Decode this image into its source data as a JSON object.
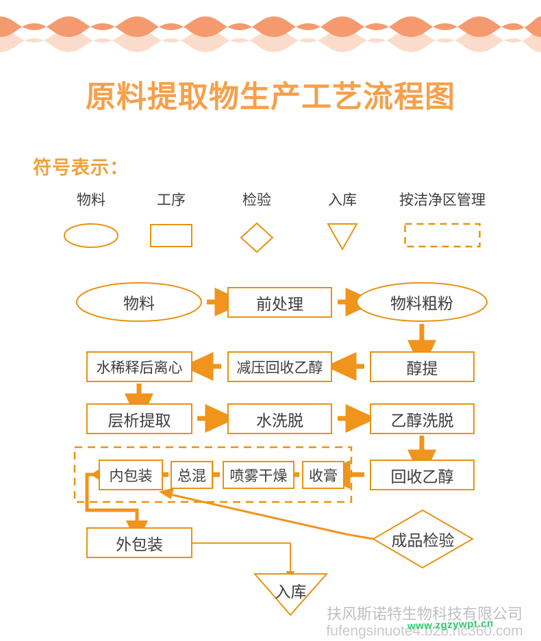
{
  "theme": {
    "wave_dark": "#F59A6E",
    "wave_light": "#FBDCCB",
    "title_color": "#F5A04A",
    "legend_heading_color": "#EFA13C",
    "stroke": "#E8920F",
    "text": "#3C3C3C",
    "watermark_green": "#2ECC71"
  },
  "title": "原料提取物生产工艺流程图",
  "legend": {
    "heading": "符号表示：",
    "items": [
      {
        "label": "物料",
        "symbol": "ellipse-icon"
      },
      {
        "label": "工序",
        "symbol": "rectangle-icon"
      },
      {
        "label": "检验",
        "symbol": "diamond-icon"
      },
      {
        "label": "入库",
        "symbol": "triangle-down-icon"
      },
      {
        "label": "按洁净区管理",
        "symbol": "dashed-rectangle-icon"
      }
    ]
  },
  "flow": {
    "nodes": [
      {
        "id": "wuliao",
        "label": "物料",
        "shape": "ellipse"
      },
      {
        "id": "qianchuli",
        "label": "前处理",
        "shape": "rect"
      },
      {
        "id": "wuliaocufen",
        "label": "物料粗粉",
        "shape": "ellipse"
      },
      {
        "id": "chunti",
        "label": "醇提",
        "shape": "rect"
      },
      {
        "id": "jianyahuishou",
        "label": "减压回收乙醇",
        "shape": "rect"
      },
      {
        "id": "shuixishi",
        "label": "水稀释后离心",
        "shape": "rect"
      },
      {
        "id": "cengxi",
        "label": "层析提取",
        "shape": "rect"
      },
      {
        "id": "shuixituo",
        "label": "水洗脱",
        "shape": "rect"
      },
      {
        "id": "yichunxituo",
        "label": "乙醇洗脱",
        "shape": "rect"
      },
      {
        "id": "huishouyichun",
        "label": "回收乙醇",
        "shape": "rect"
      },
      {
        "id": "shougao",
        "label": "收膏",
        "shape": "rect"
      },
      {
        "id": "penwu",
        "label": "喷雾干燥",
        "shape": "rect"
      },
      {
        "id": "zonghun",
        "label": "总混",
        "shape": "rect"
      },
      {
        "id": "neibaozhuang",
        "label": "内包装",
        "shape": "rect"
      },
      {
        "id": "waibaozhuang",
        "label": "外包装",
        "shape": "rect"
      },
      {
        "id": "rucang",
        "label": "入库",
        "shape": "triangle"
      },
      {
        "id": "chengpinjianyan",
        "label": "成品检验",
        "shape": "diamond"
      }
    ],
    "clean_zone": {
      "label": "按洁净区管理",
      "style": "dashed"
    },
    "edges": [
      {
        "from": "wuliao",
        "to": "qianchuli"
      },
      {
        "from": "qianchuli",
        "to": "wuliaocufen"
      },
      {
        "from": "wuliaocufen",
        "to": "chunti"
      },
      {
        "from": "chunti",
        "to": "jianyahuishou"
      },
      {
        "from": "jianyahuishou",
        "to": "shuixishi"
      },
      {
        "from": "shuixishi",
        "to": "cengxi"
      },
      {
        "from": "cengxi",
        "to": "shuixituo"
      },
      {
        "from": "shuixituo",
        "to": "yichunxituo"
      },
      {
        "from": "yichunxituo",
        "to": "huishouyichun"
      },
      {
        "from": "huishouyichun",
        "to": "shougao"
      },
      {
        "from": "shougao",
        "to": "penwu"
      },
      {
        "from": "penwu",
        "to": "zonghun"
      },
      {
        "from": "zonghun",
        "to": "neibaozhuang"
      },
      {
        "from": "neibaozhuang",
        "to": "waibaozhuang"
      },
      {
        "from": "waibaozhuang",
        "to": "rucang"
      },
      {
        "from": "chengpinjianyan",
        "to": "neibaozhuang"
      }
    ]
  },
  "watermark": {
    "company": "扶风斯诺特生物科技有限公司",
    "site": "fufengsinuote4.b2b.hc360.com",
    "url": "www.zgzywpt.cn"
  }
}
